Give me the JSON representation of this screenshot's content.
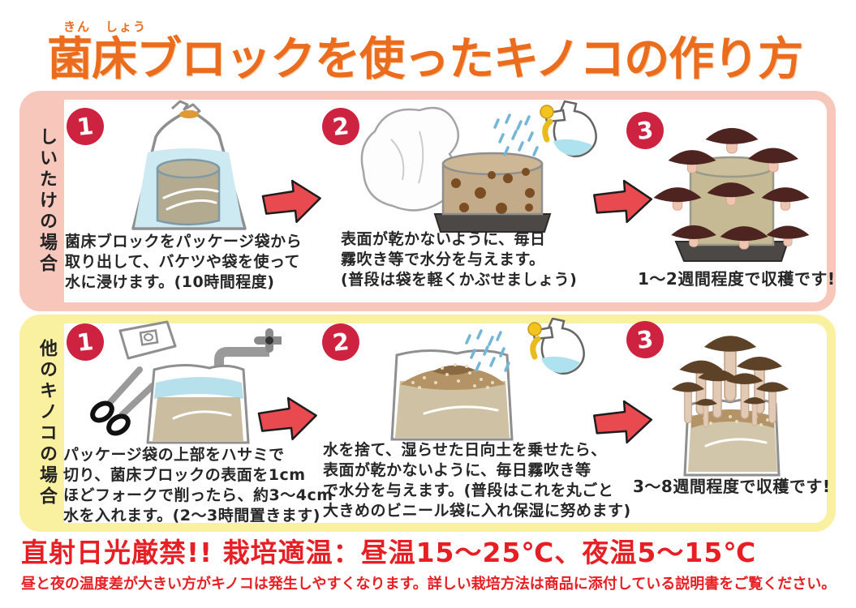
{
  "title": {
    "text": "菌床ブロックを使ったキノコの作り方",
    "furigana_kin": "きん",
    "furigana_shou": "しょう"
  },
  "colors": {
    "title_orange": "#ec6c1d",
    "frame_pink": "#f8c7bc",
    "frame_yellow": "#f9f0a0",
    "badge_red": "#cd2240",
    "arrow_red": "#e84a50",
    "footer_red": "#e71f24"
  },
  "sections": [
    {
      "label": "しいたけの場合",
      "steps": [
        {
          "number": "1",
          "illustration": "fungus-block-soaking-in-water-bag",
          "caption": "菌床ブロックをパッケージ袋から\n取り出して、バケツや袋を使って\n水に浸けます。(10時間程度)"
        },
        {
          "number": "2",
          "illustration": "block-on-tray-with-cloth-and-spray-bottle",
          "caption": "表面が乾かないように、毎日\n霧吹き等で水分を与えます。\n(普段は袋を軽くかぶせましょう)"
        },
        {
          "number": "3",
          "illustration": "shiitake-mushrooms-growing-on-block",
          "caption": "1〜2週間程度で収穫です!"
        }
      ]
    },
    {
      "label": "他のキノコの場合",
      "steps": [
        {
          "number": "1",
          "illustration": "scissors-faucet-filling-bag-with-water",
          "caption": "パッケージ袋の上部をハサミで\n切り、菌床ブロックの表面を1cm\nほどフォークで削ったら、約3〜4cm\n水を入れます。(2〜3時間置きます)"
        },
        {
          "number": "2",
          "illustration": "bag-with-soil-layer-and-spray-bottle",
          "caption": "水を捨て、湿らせた日向土を乗せたら、\n表面が乾かないように、毎日霧吹き等\nで水分を与えます。(普段はこれを丸ごと\n大きめのビニール袋に入れ保湿に努めます)"
        },
        {
          "number": "3",
          "illustration": "mushrooms-growing-out-of-bag",
          "caption": "3〜8週間程度で収穫です!"
        }
      ]
    }
  ],
  "footer": {
    "warning": "直射日光厳禁!!  栽培適温：昼温15〜25℃、夜温5〜15℃",
    "note": "昼と夜の温度差が大きい方がキノコは発生しやすくなります。詳しい栽培方法は商品に添付している説明書をご覧ください。"
  }
}
